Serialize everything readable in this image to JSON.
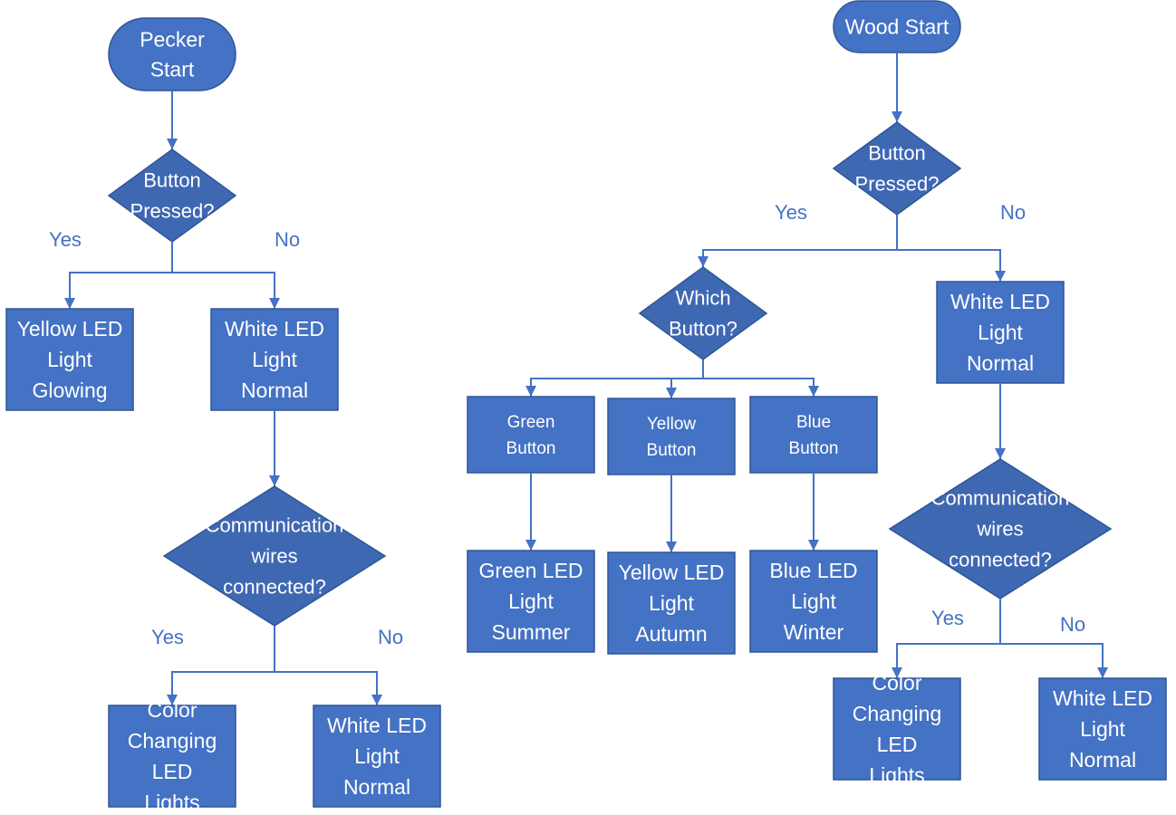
{
  "colors": {
    "shape_fill": "#4472C4",
    "decision_fill": "#3F68B3",
    "connector": "#4472C4",
    "text": "#FFFFFF"
  },
  "pecker": {
    "start": "Pecker Start",
    "button_decision": "Button Pressed?",
    "yes": "Yes",
    "no": "No",
    "yellow_glow": "Yellow LED Light Glowing",
    "white_normal": "White LED Light Normal",
    "comm_decision": "Communication wires connected?",
    "comm_yes": "Yes",
    "comm_no": "No",
    "color_changing": "Color Changing LED Lights",
    "white_normal_2": "White LED Light Normal"
  },
  "wood": {
    "start": "Wood Start",
    "button_decision": "Button Pressed?",
    "yes": "Yes",
    "no": "No",
    "which_button": "Which Button?",
    "green_button": "Green Button",
    "yellow_button": "Yellow Button",
    "blue_button": "Blue Button",
    "green_summer": "Green LED Light Summer",
    "yellow_autumn": "Yellow LED Light Autumn",
    "blue_winter": "Blue LED Light Winter",
    "white_normal": "White LED Light Normal",
    "comm_decision": "Communication wires connected?",
    "comm_yes": "Yes",
    "comm_no": "No",
    "color_changing": "Color Changing LED Lights",
    "white_normal_2": "White LED Light Normal"
  }
}
